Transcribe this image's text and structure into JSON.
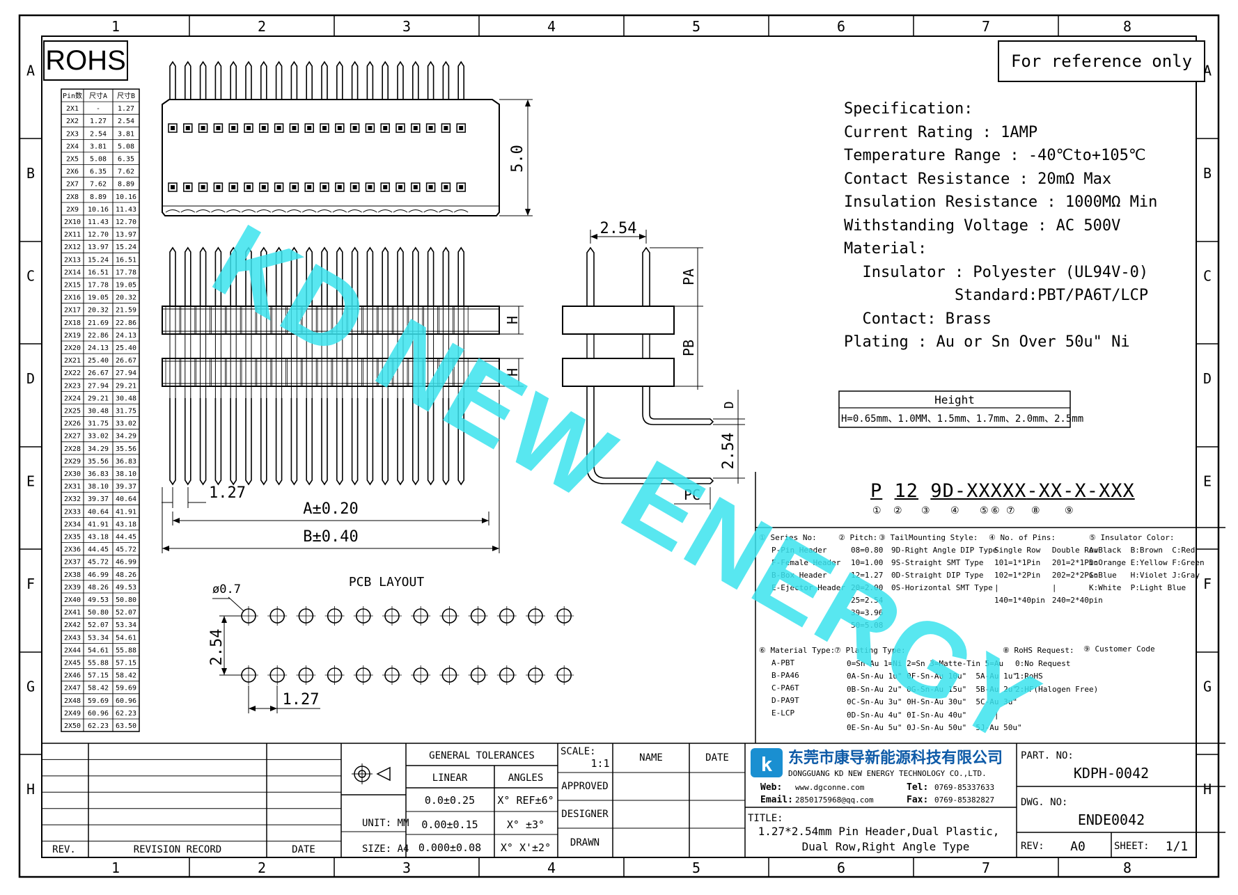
{
  "frame": {
    "col_numbers": [
      "1",
      "2",
      "3",
      "4",
      "5",
      "6",
      "7",
      "8"
    ],
    "row_letters": [
      "A",
      "B",
      "C",
      "D",
      "E",
      "F",
      "G",
      "H"
    ]
  },
  "rohs": "ROHS",
  "reference": "For reference only",
  "pin_table": {
    "headers": [
      "Pin数",
      "尺寸A",
      "尺寸B"
    ],
    "rows": [
      [
        "2X1",
        "-",
        "1.27"
      ],
      [
        "2X2",
        "1.27",
        "2.54"
      ],
      [
        "2X3",
        "2.54",
        "3.81"
      ],
      [
        "2X4",
        "3.81",
        "5.08"
      ],
      [
        "2X5",
        "5.08",
        "6.35"
      ],
      [
        "2X6",
        "6.35",
        "7.62"
      ],
      [
        "2X7",
        "7.62",
        "8.89"
      ],
      [
        "2X8",
        "8.89",
        "10.16"
      ],
      [
        "2X9",
        "10.16",
        "11.43"
      ],
      [
        "2X10",
        "11.43",
        "12.70"
      ],
      [
        "2X11",
        "12.70",
        "13.97"
      ],
      [
        "2X12",
        "13.97",
        "15.24"
      ],
      [
        "2X13",
        "15.24",
        "16.51"
      ],
      [
        "2X14",
        "16.51",
        "17.78"
      ],
      [
        "2X15",
        "17.78",
        "19.05"
      ],
      [
        "2X16",
        "19.05",
        "20.32"
      ],
      [
        "2X17",
        "20.32",
        "21.59"
      ],
      [
        "2X18",
        "21.69",
        "22.86"
      ],
      [
        "2X19",
        "22.86",
        "24.13"
      ],
      [
        "2X20",
        "24.13",
        "25.40"
      ],
      [
        "2X21",
        "25.40",
        "26.67"
      ],
      [
        "2X22",
        "26.67",
        "27.94"
      ],
      [
        "2X23",
        "27.94",
        "29.21"
      ],
      [
        "2X24",
        "29.21",
        "30.48"
      ],
      [
        "2X25",
        "30.48",
        "31.75"
      ],
      [
        "2X26",
        "31.75",
        "33.02"
      ],
      [
        "2X27",
        "33.02",
        "34.29"
      ],
      [
        "2X28",
        "34.29",
        "35.56"
      ],
      [
        "2X29",
        "35.56",
        "36.83"
      ],
      [
        "2X30",
        "36.83",
        "38.10"
      ],
      [
        "2X31",
        "38.10",
        "39.37"
      ],
      [
        "2X32",
        "39.37",
        "40.64"
      ],
      [
        "2X33",
        "40.64",
        "41.91"
      ],
      [
        "2X34",
        "41.91",
        "43.18"
      ],
      [
        "2X35",
        "43.18",
        "44.45"
      ],
      [
        "2X36",
        "44.45",
        "45.72"
      ],
      [
        "2X37",
        "45.72",
        "46.99"
      ],
      [
        "2X38",
        "46.99",
        "48.26"
      ],
      [
        "2X39",
        "48.26",
        "49.53"
      ],
      [
        "2X40",
        "49.53",
        "50.80"
      ],
      [
        "2X41",
        "50.80",
        "52.07"
      ],
      [
        "2X42",
        "52.07",
        "53.34"
      ],
      [
        "2X43",
        "53.34",
        "54.61"
      ],
      [
        "2X44",
        "54.61",
        "55.88"
      ],
      [
        "2X45",
        "55.88",
        "57.15"
      ],
      [
        "2X46",
        "57.15",
        "58.42"
      ],
      [
        "2X47",
        "58.42",
        "59.69"
      ],
      [
        "2X48",
        "59.69",
        "60.96"
      ],
      [
        "2X49",
        "60.96",
        "62.23"
      ],
      [
        "2X50",
        "62.23",
        "63.50"
      ]
    ]
  },
  "dims": {
    "d50": "5.0",
    "d254_top": "2.54",
    "pa": "PA",
    "pb": "PB",
    "h": "H",
    "d": "D",
    "d254_side": "2.54",
    "pc": "PC",
    "d127": "1.27",
    "a": "A±0.20",
    "b": "B±0.40",
    "pcb_title": "PCB LAYOUT",
    "hole": "ø0.7",
    "pcb_254": "2.54",
    "pcb_127": "1.27"
  },
  "spec": {
    "title": "Specification:",
    "lines": [
      "Current Rating : 1AMP",
      "Temperature Range : -40℃to+105℃",
      "Contact Resistance : 20mΩ Max",
      "Insulation Resistance : 1000MΩ Min",
      "Withstanding Voltage : AC 500V",
      "Material:",
      "  Insulator : Polyester (UL94V-0)",
      "            Standard:PBT/PA6T/LCP",
      "  Contact: Brass",
      "Plating : Au or Sn Over 50u\" Ni"
    ]
  },
  "height": {
    "title": "Height",
    "value": "H=0.65mm、1.0MM、1.5mm、1.7mm、2.0mm、2.5mm"
  },
  "part_code": {
    "segments": [
      "P",
      "12",
      "9D-XXX",
      "X",
      "X",
      "-XX",
      "-X",
      "-XXX"
    ],
    "circles": [
      "①",
      "②",
      "③",
      "④",
      "⑤",
      "⑥",
      "⑦",
      "⑧",
      "⑨"
    ]
  },
  "legend": {
    "series_title": "① Series No:",
    "series": [
      "P-Pin Header",
      "F-Female Header",
      "B-Box Header",
      "E-Ejector Header"
    ],
    "pitch_title": "② Pitch:",
    "pitch": [
      "08=0.80",
      "10=1.00",
      "12=1.27",
      "20=2.00",
      "25=2.54",
      "39=3.96",
      "50=5.08"
    ],
    "tail_title": "③ TailMounting Style:",
    "tail": [
      "9D-Right Angle DIP Type",
      "9S-Straight SMT Type",
      "0D-Straight DIP Type",
      "0S-Horizontal SMT Type"
    ],
    "pins_title": "④ No. of Pins:",
    "pins_single": [
      "Single Row",
      "101=1*1Pin",
      "102=1*2Pin",
      "|",
      "140=1*40pin"
    ],
    "pins_double": [
      "Double Row",
      "201=2*1Pin",
      "202=2*2Pin",
      "|",
      "240=2*40pin"
    ],
    "color_title": "⑤ Insulator Color:",
    "colors": [
      "A:Black  B:Brown  C:Red",
      "D:Orange E:Yellow F:Green",
      "G:Blue   H:Violet J:Gray",
      "K:White  P:Light Blue"
    ],
    "material_title": "⑥ Material Type:",
    "materials": [
      "A-PBT",
      "B-PA46",
      "C-PA6T",
      "D-PA9T",
      "E-LCP"
    ],
    "plating_title": "⑦ Plating Type:",
    "plating": [
      "0=Sn-Au 1=Ni 2=Sn 3=Matte-Tin 5=Au",
      "0A-Sn-Au 1u\" 0F-Sn-Au 10u\"  5A-Au 1u\"",
      "0B-Sn-Au 2u\" 0G-Sn-Au 15u\"  5B-Au 2u\"",
      "0C-Sn-Au 3u\" 0H-Sn-Au 30u\"  5C-Au 3u\"",
      "0D-Sn-Au 4u\" 0I-Sn-Au 40u\"      |",
      "0E-Sn-Au 5u\" 0J-Sn-Au 50u\"  5J-Au 50u\""
    ],
    "rohs_title": "⑧ RoHS Request:",
    "rohs": [
      "0:No Request",
      "1:RoHS",
      "2:HF(Halogen Free)"
    ],
    "customer_title": "⑨ Customer Code"
  },
  "title_block": {
    "gen_tol": "GENERAL TOLERANCES",
    "linear": "LINEAR",
    "angles": "ANGLES",
    "lin1": "0.0±0.25",
    "lin2": "0.00±0.15",
    "lin3": "0.000±0.08",
    "ang1": "X° REF±6°",
    "ang2": "X° ±3°",
    "ang3": "X° X'±2°",
    "unit": "UNIT: MM",
    "size": "SIZE: A4",
    "scale_label": "SCALE:",
    "scale": "1:1",
    "name": "NAME",
    "date": "DATE",
    "approved": "APPROVED",
    "designer": "DESIGNER",
    "drawn": "DRAWN",
    "rev": "REV.",
    "revision_record": "REVISION RECORD",
    "rev_date": "DATE",
    "company_cn": "东莞市康导新能源科技有限公司",
    "company_en": "DONGGUANG KD NEW ENERGY TECHNOLOGY CO.,LTD.",
    "web_label": "Web:",
    "web": "www.dgconne.com",
    "tel_label": "Tel:",
    "tel": "0769-85337633",
    "email_label": "Email:",
    "email": "2850175968@qq.com",
    "fax_label": "Fax:",
    "fax": "0769-85382827",
    "title_label": "TITLE:",
    "title1": "1.27*2.54mm Pin Header,Dual Plastic,",
    "title2": "Dual Row,Right Angle Type",
    "part_label": "PART. NO:",
    "part_no": "KDPH-0042",
    "dwg_label": "DWG. NO:",
    "dwg_no": "ENDE0042",
    "rev_label": "REV:",
    "rev_val": "A0",
    "sheet_label": "SHEET:",
    "sheet_val": "1/1"
  },
  "watermark": "KD NEW ENERGY",
  "colors": {
    "watermark": "#3be3ee"
  }
}
